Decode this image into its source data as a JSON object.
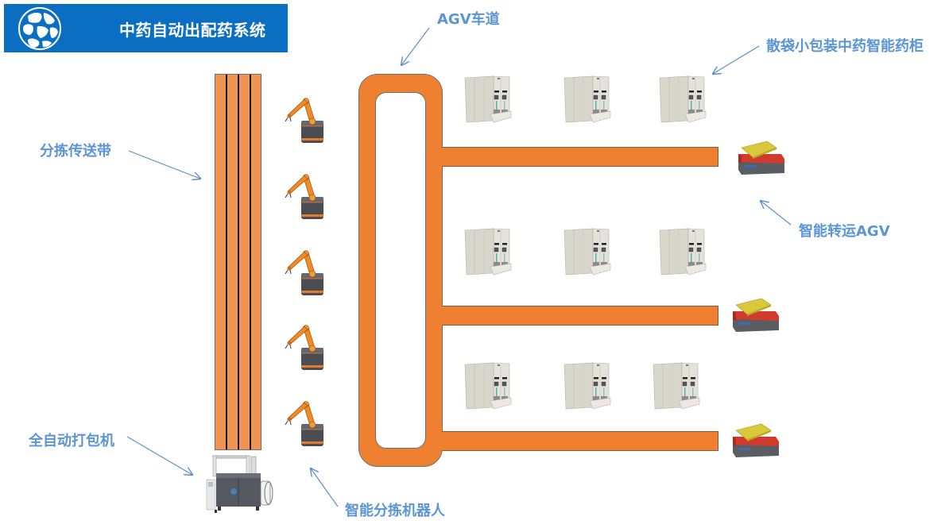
{
  "header": {
    "title": "中药自动出配药系统",
    "logo_icon": "herb-pellets-logo",
    "background_color": "#0a6fc2"
  },
  "labels": {
    "agv_track": "AGV车道",
    "smart_cabinet": "散袋小包装中药智能药柜",
    "sorting_conveyor": "分拣传送带",
    "transfer_agv": "智能转运AGV",
    "auto_packer": "全自动打包机",
    "sorting_robot": "智能分拣机器人"
  },
  "colors": {
    "label_text": "#5b95d4",
    "arrow": "#5b8fc8",
    "track_orange": "#ef7f31",
    "belt_orange": "#ef9452"
  },
  "components": {
    "conveyor_lanes": 4,
    "sorting_robots": 5,
    "cabinet_rows": 3,
    "cabinets_per_row": 3,
    "agv_branches": 3,
    "transfer_agvs": 3,
    "packing_machines": 1
  }
}
